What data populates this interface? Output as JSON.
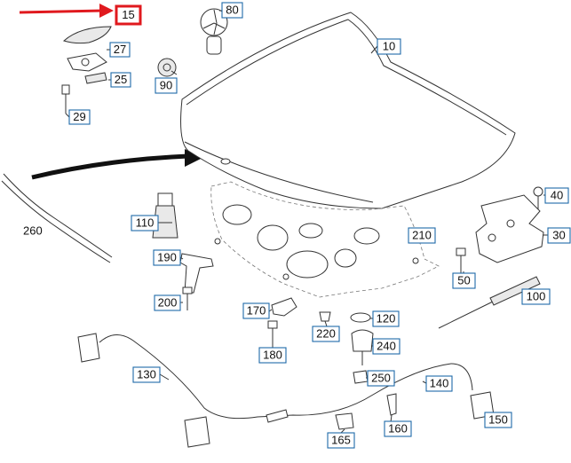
{
  "diagram": {
    "highlight_color": "#e0191e",
    "label_border_color": "#1e6aa8",
    "labels": {
      "p15": "15",
      "p80": "80",
      "p27": "27",
      "p25": "25",
      "p90": "90",
      "p29": "29",
      "p10": "10",
      "p40": "40",
      "p30": "30",
      "p110": "110",
      "p260": "260",
      "p210": "210",
      "p190": "190",
      "p50": "50",
      "p100": "100",
      "p200": "200",
      "p170": "170",
      "p120": "120",
      "p220": "220",
      "p240": "240",
      "p180": "180",
      "p130": "130",
      "p250": "250",
      "p140": "140",
      "p150": "150",
      "p165": "165",
      "p160": "160"
    }
  }
}
